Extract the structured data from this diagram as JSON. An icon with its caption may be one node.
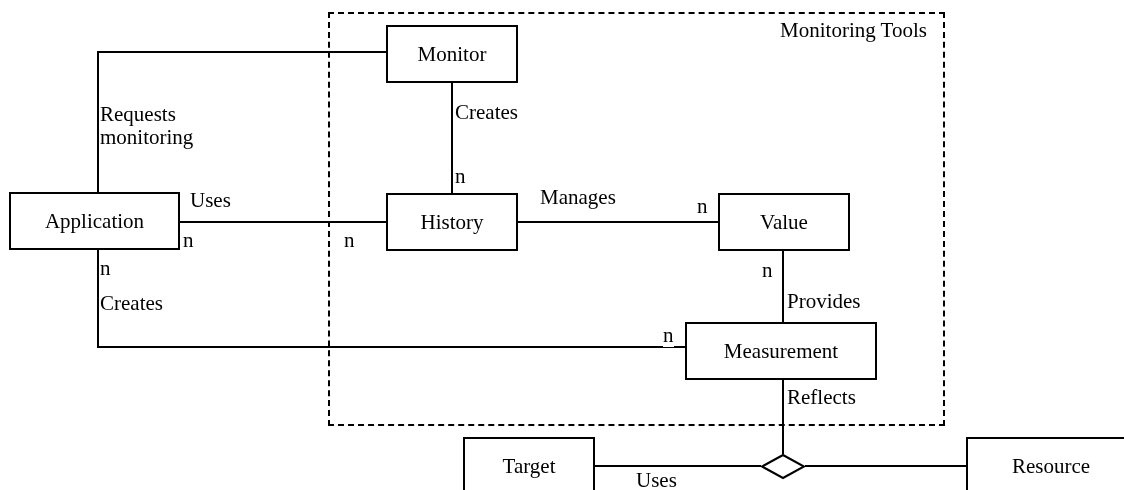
{
  "diagram": {
    "nodes": [
      {
        "text": [
          "Monitoring Tools"
        ]
      },
      {
        "text": [
          "Monitor"
        ],
        "in": 0
      },
      {
        "text": [
          "Application"
        ]
      },
      {
        "text": [
          "History"
        ],
        "in": 0
      },
      {
        "text": [
          "Value"
        ],
        "in": 0
      },
      {
        "text": [
          "Measurement"
        ],
        "in": 0
      },
      {
        "text": [
          "Target"
        ]
      },
      {
        "text": [],
        "shape": "diamond"
      },
      {
        "text": [
          "Resource"
        ]
      }
    ],
    "edges": [
      {
        "from": 2,
        "to": 1,
        "arrow": "none",
        "label": "Requests monitoring"
      },
      {
        "from": 1,
        "to": 3,
        "arrow": "none",
        "label": "Creates"
      },
      {
        "from": 2,
        "to": 3,
        "arrow": "none",
        "label": "Uses"
      },
      {
        "from": 3,
        "to": 4,
        "arrow": "none",
        "label": "Manages"
      },
      {
        "from": 4,
        "to": 5,
        "arrow": "none",
        "label": "Provides"
      },
      {
        "from": 2,
        "to": 5,
        "arrow": "none",
        "label": "Creates"
      },
      {
        "from": 5,
        "to": 7,
        "arrow": "none",
        "label": "Reflects"
      },
      {
        "from": 6,
        "to": 7,
        "arrow": "none",
        "label": "Uses"
      },
      {
        "from": 7,
        "to": 8,
        "arrow": "none"
      }
    ],
    "labels": [
      "n",
      "n",
      "n",
      "n",
      "n",
      "n",
      "n"
    ]
  }
}
